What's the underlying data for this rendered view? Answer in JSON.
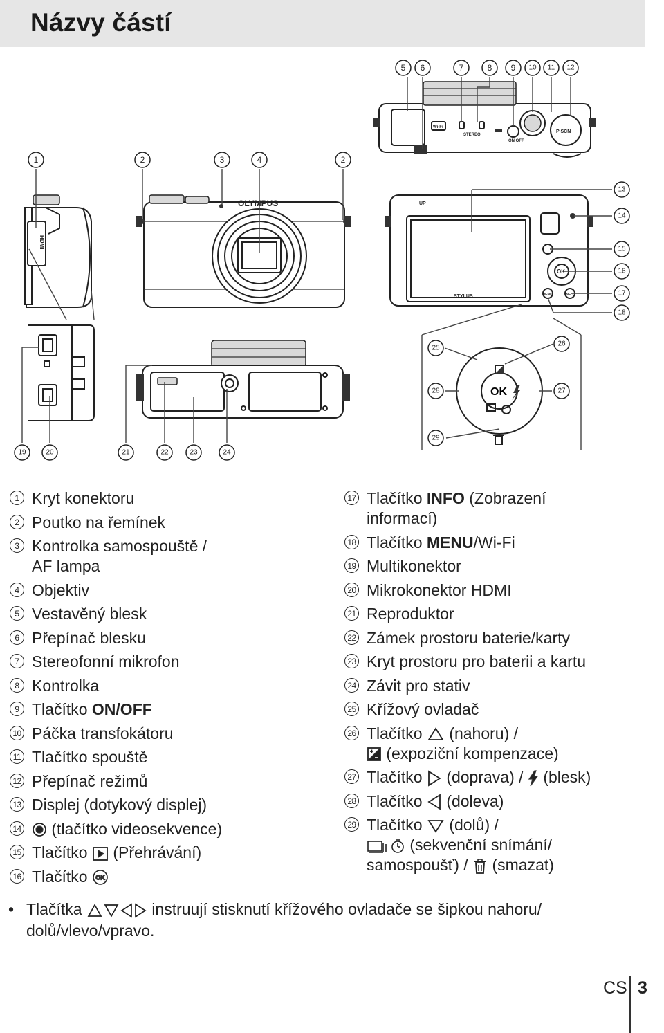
{
  "header": {
    "title": "Názvy částí"
  },
  "callouts": {
    "c1": "1",
    "c2": "2",
    "c3": "3",
    "c4": "4",
    "c5": "5",
    "c6": "6",
    "c7": "7",
    "c8": "8",
    "c9": "9",
    "c10": "10",
    "c11": "11",
    "c12": "12",
    "c13": "13",
    "c14": "14",
    "c15": "15",
    "c16": "16",
    "c17": "17",
    "c18": "18",
    "c19": "19",
    "c20": "20",
    "c21": "21",
    "c22": "22",
    "c23": "23",
    "c24": "24",
    "c25": "25",
    "c26": "26",
    "c27": "27",
    "c28": "28",
    "c29": "29"
  },
  "camera_labels": {
    "brand": "OLYMPUS",
    "model": "STYLUS",
    "hdmi": "HDMI",
    "wifi": "Wi-Fi",
    "stereo": "STEREO",
    "on_off": "ON OFF",
    "up": "UP",
    "menu": "MENU",
    "info": "INFO",
    "ok": "OK"
  },
  "legend": {
    "left": [
      {
        "n": "1",
        "text": "Kryt konektoru"
      },
      {
        "n": "2",
        "text": "Poutko na řemínek"
      },
      {
        "n": "3",
        "text": "Kontrolka samospouště /",
        "text2": "AF lampa"
      },
      {
        "n": "4",
        "text": "Objektiv"
      },
      {
        "n": "5",
        "text": "Vestavěný blesk"
      },
      {
        "n": "6",
        "text": "Přepínač blesku"
      },
      {
        "n": "7",
        "text": "Stereofonní mikrofon"
      },
      {
        "n": "8",
        "text": "Kontrolka"
      },
      {
        "n": "9",
        "pre": "Tlačítko",
        "bold": "ON/OFF"
      },
      {
        "n": "10",
        "text": "Páčka transfokátoru"
      },
      {
        "n": "11",
        "text": "Tlačítko spouště"
      },
      {
        "n": "12",
        "text": "Přepínač režimů"
      },
      {
        "n": "13",
        "text": "Displej (dotykový displej)"
      },
      {
        "n": "14",
        "text": "(tlačítko videosekvence)"
      },
      {
        "n": "15",
        "pre": "Tlačítko",
        "text": "(Přehrávání)"
      },
      {
        "n": "16",
        "pre": "Tlačítko"
      }
    ],
    "right": [
      {
        "n": "17",
        "pre": "Tlačítko",
        "bold": "INFO",
        "text": "(Zobrazení",
        "text2": "informací)"
      },
      {
        "n": "18",
        "pre": "Tlačítko",
        "bold": "MENU",
        "text": "/Wi-Fi"
      },
      {
        "n": "19",
        "text": "Multikonektor"
      },
      {
        "n": "20",
        "text": "Mikrokonektor HDMI"
      },
      {
        "n": "21",
        "text": "Reproduktor"
      },
      {
        "n": "22",
        "text": "Zámek prostoru baterie/karty"
      },
      {
        "n": "23",
        "text": "Kryt prostoru pro baterii a kartu"
      },
      {
        "n": "24",
        "text": "Závit pro stativ"
      },
      {
        "n": "25",
        "text": "Křížový ovladač"
      },
      {
        "n": "26",
        "pre": "Tlačítko",
        "text": "(nahoru) /",
        "text2": "(expoziční kompenzace)"
      },
      {
        "n": "27",
        "pre": "Tlačítko",
        "text": "(doprava) /",
        "text3": "(blesk)"
      },
      {
        "n": "28",
        "pre": "Tlačítko",
        "text": "(doleva)"
      },
      {
        "n": "29",
        "pre": "Tlačítko",
        "text": "(dolů) /",
        "text2": "(sekvenční snímání/",
        "text4": "samospoušť) /",
        "text5": "(smazat)"
      }
    ]
  },
  "note": {
    "bullet": "•",
    "pre": "Tlačítka",
    "text": "instruují stisknutí křížového ovladače se šipkou nahoru/",
    "text2": "dolů/vlevo/vpravo."
  },
  "footer": {
    "lang": "CS",
    "page": "3"
  }
}
